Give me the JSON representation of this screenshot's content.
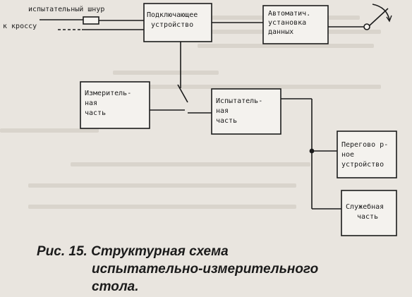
{
  "diagram": {
    "labels": {
      "test_cord": "испытательный шнур",
      "to_cross": "к кроссу"
    },
    "blocks": {
      "connecting_device": [
        "Подключающее",
        "устройство"
      ],
      "auto_data_setup": [
        "Автоматич.",
        "установка",
        "данных"
      ],
      "measuring_part": [
        "Измеритель-",
        "ная",
        "часть"
      ],
      "testing_part": [
        "Испытатель-",
        "ная",
        "часть"
      ],
      "talk_device": [
        "Перегово р-",
        "ное",
        "устройство"
      ],
      "service_part": [
        "Служебная",
        "часть"
      ]
    }
  },
  "caption": {
    "line1": "Рис. 15. Структурная схема",
    "line2": "испытательно-измерительного",
    "line3": "стола."
  },
  "colors": {
    "ink": "#1b1b1b",
    "paper": "#e9e5df",
    "box_fill": "#f4f2ee"
  }
}
